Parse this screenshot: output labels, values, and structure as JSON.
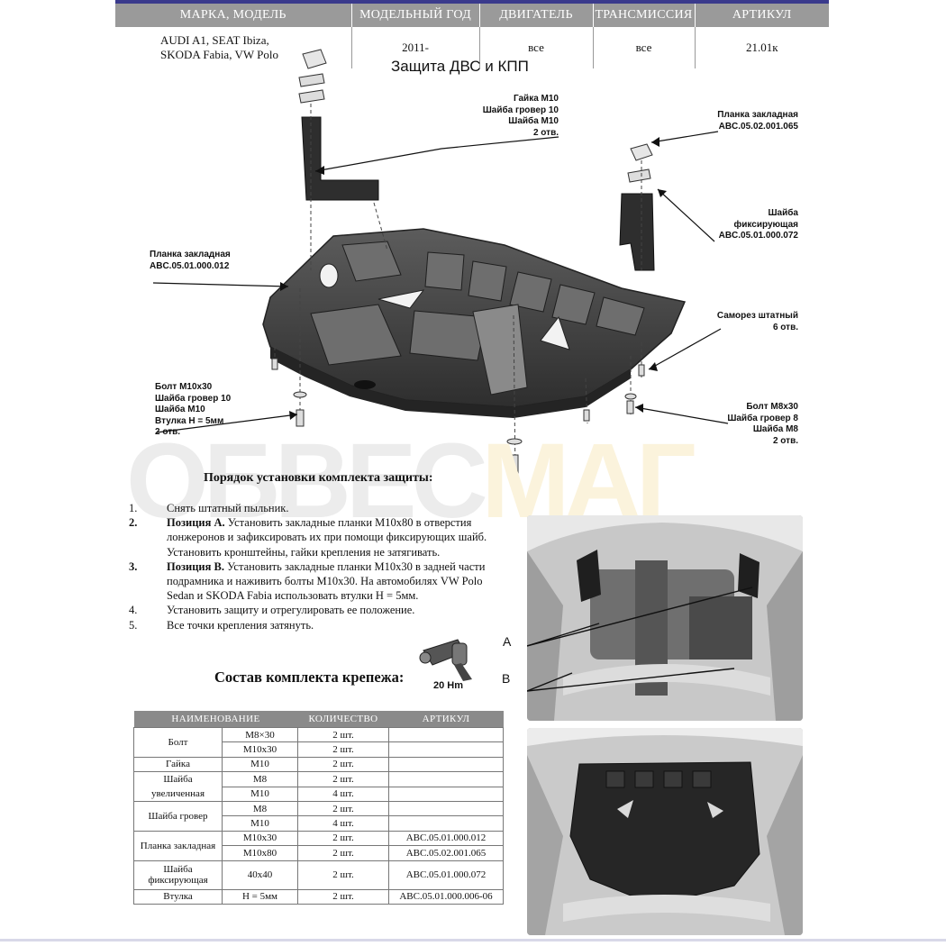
{
  "header": {
    "columns": [
      "МАРКА, МОДЕЛЬ",
      "МОДЕЛЬНЫЙ ГОД",
      "ДВИГАТЕЛЬ",
      "ТРАНСМИССИЯ",
      "АРТИКУЛ"
    ],
    "model_line1": "AUDI  A1,  SEAT Ibiza,",
    "model_line2": "SKODA Fabia, VW Polo",
    "year": "2011-",
    "engine": "все",
    "transmission": "все",
    "article": "21.01к"
  },
  "diagram": {
    "title": "Защита ДВС и КПП",
    "callouts": {
      "nut": [
        "Гайка М10",
        "Шайба гровер 10",
        "Шайба М10",
        "2 отв."
      ],
      "plate_top_right": [
        "Планка закладная",
        "ABC.05.02.001.065"
      ],
      "washer_fix": [
        "Шайба",
        "фиксирующая",
        "ABC.05.01.000.072"
      ],
      "plate_left": [
        "Планка закладная",
        "ABC.05.01.000.012"
      ],
      "screw": [
        "Саморез штатный",
        "6 отв."
      ],
      "bolt_m10": [
        "Болт М10х30",
        "Шайба гровер 10",
        "Шайба М10",
        "Втулка Н = 5мм",
        "2 отв."
      ],
      "bolt_m8": [
        "Болт М8х30",
        "Шайба гровер 8",
        "Шайба М8",
        "2 отв."
      ]
    }
  },
  "watermark": {
    "part1": "ОБВЕС",
    "part2": "МАГ"
  },
  "install": {
    "title": "Порядок установки комплекта защиты:",
    "steps": [
      {
        "num": "1.",
        "bold": "",
        "text": "Снять штатный пыльник."
      },
      {
        "num": "2.",
        "bold": "Позиция А.",
        "text": " Установить закладные планки М10х80 в отверстия лонжеронов и зафиксировать их при помощи  фиксирующих шайб. Установить кронштейны, гайки крепления не затягивать."
      },
      {
        "num": "3.",
        "bold": "Позиция В.",
        "text": " Установить закладные планки М10х30 в задней части подрамника и наживить болты М10х30. На автомобилях VW Polo Sedan и SKODA Fabia использовать втулки  Н = 5мм."
      },
      {
        "num": "4.",
        "bold": "",
        "text": "Установить защиту и отрегулировать ее положение."
      },
      {
        "num": "5.",
        "bold": "",
        "text": "Все точки крепления затянуть."
      }
    ],
    "torque": "20 Hm"
  },
  "kit": {
    "title": "Состав комплекта крепежа:",
    "columns": [
      "НАИМЕНОВАНИЕ",
      "КОЛИЧЕСТВО",
      "АРТИКУЛ"
    ],
    "rows": [
      {
        "name": "Болт",
        "size": "М8×30",
        "qty": "2 шт.",
        "art": ""
      },
      {
        "name": "",
        "size": "М10х30",
        "qty": "2 шт.",
        "art": ""
      },
      {
        "name": "Гайка",
        "size": "М10",
        "qty": "2 шт.",
        "art": ""
      },
      {
        "name": "Шайба",
        "size": "М8",
        "qty": "2 шт.",
        "art": ""
      },
      {
        "name": "увеличенная",
        "size": "М10",
        "qty": "4 шт.",
        "art": ""
      },
      {
        "name": "Шайба гровер",
        "size": "М8",
        "qty": "2 шт.",
        "art": ""
      },
      {
        "name": "",
        "size": "М10",
        "qty": "4 шт.",
        "art": ""
      },
      {
        "name": "Планка закладная",
        "size": "М10х30",
        "qty": "2 шт.",
        "art": "ABC.05.01.000.012"
      },
      {
        "name": "",
        "size": "М10х80",
        "qty": "2 шт.",
        "art": "ABC.05.02.001.065"
      },
      {
        "name": "Шайба фиксирующая",
        "size": "40х40",
        "qty": "2 шт.",
        "art": "ABC.05.01.000.072"
      },
      {
        "name": "Втулка",
        "size": "Н = 5мм",
        "qty": "2 шт.",
        "art": "ABC.05.01.000.006-06"
      }
    ]
  },
  "photos": {
    "label_a": "A",
    "label_b": "B"
  }
}
